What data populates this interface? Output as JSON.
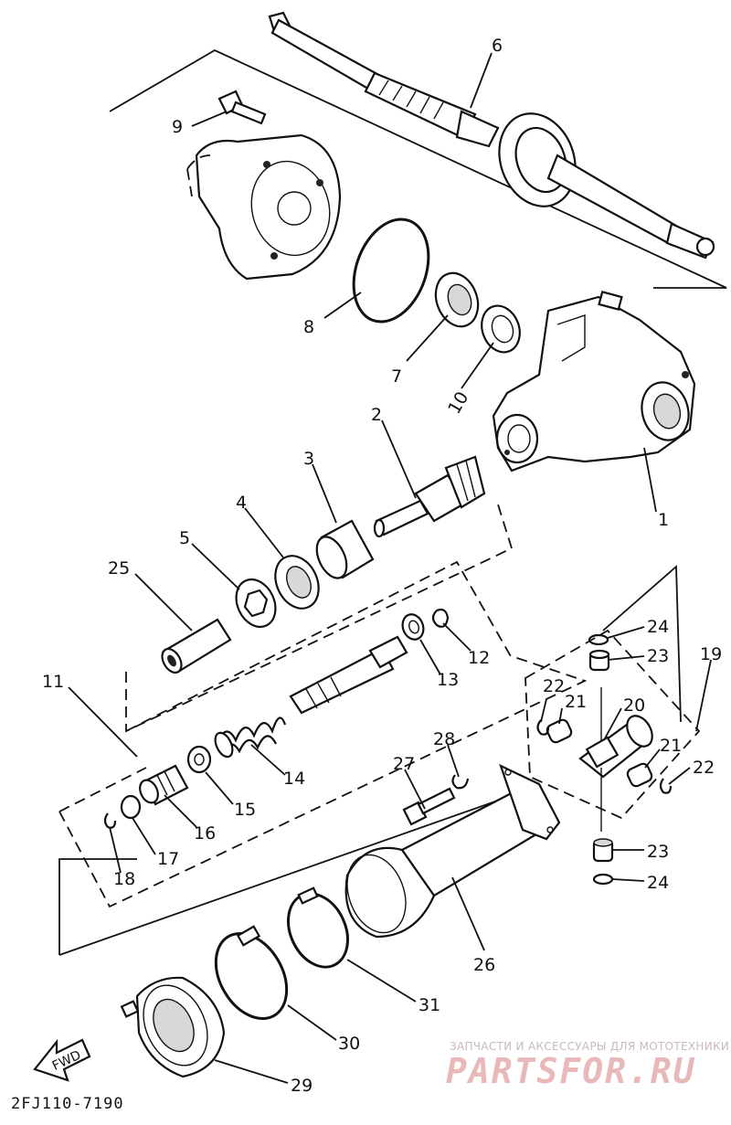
{
  "diagram": {
    "drawing_code": "2FJ110-7190",
    "fwd_label": "FWD",
    "watermark_text": "ЗАПЧАСТИ И АКСЕССУАРЫ ДЛЯ МОТОТЕХНИКИ",
    "watermark_logo": "PARTSFOR.RU",
    "callouts": [
      {
        "id": "c1",
        "text": "1"
      },
      {
        "id": "c2",
        "text": "2"
      },
      {
        "id": "c3",
        "text": "3"
      },
      {
        "id": "c4",
        "text": "4"
      },
      {
        "id": "c5",
        "text": "5"
      },
      {
        "id": "c6",
        "text": "6"
      },
      {
        "id": "c7",
        "text": "7"
      },
      {
        "id": "c8",
        "text": "8"
      },
      {
        "id": "c9",
        "text": "9"
      },
      {
        "id": "c10",
        "text": "10"
      },
      {
        "id": "c11",
        "text": "11"
      },
      {
        "id": "c12",
        "text": "12"
      },
      {
        "id": "c13",
        "text": "13"
      },
      {
        "id": "c14",
        "text": "14"
      },
      {
        "id": "c15",
        "text": "15"
      },
      {
        "id": "c16",
        "text": "16"
      },
      {
        "id": "c17",
        "text": "17"
      },
      {
        "id": "c18",
        "text": "18"
      },
      {
        "id": "c19",
        "text": "19"
      },
      {
        "id": "c20",
        "text": "20"
      },
      {
        "id": "c21a",
        "text": "21"
      },
      {
        "id": "c21b",
        "text": "21"
      },
      {
        "id": "c22a",
        "text": "22"
      },
      {
        "id": "c22b",
        "text": "22"
      },
      {
        "id": "c23a",
        "text": "23"
      },
      {
        "id": "c23b",
        "text": "23"
      },
      {
        "id": "c24a",
        "text": "24"
      },
      {
        "id": "c24b",
        "text": "24"
      },
      {
        "id": "c25",
        "text": "25"
      },
      {
        "id": "c26",
        "text": "26"
      },
      {
        "id": "c27",
        "text": "27"
      },
      {
        "id": "c28",
        "text": "28"
      },
      {
        "id": "c29",
        "text": "29"
      },
      {
        "id": "c30",
        "text": "30"
      },
      {
        "id": "c31",
        "text": "31"
      }
    ]
  }
}
